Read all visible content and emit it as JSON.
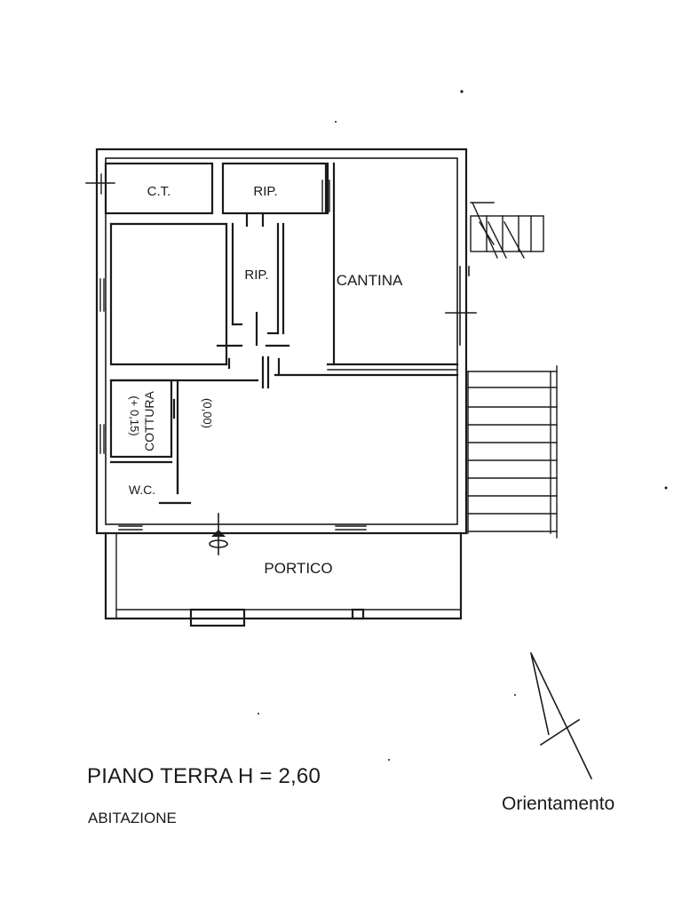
{
  "rooms": {
    "ct": "C.T.",
    "rip_top": "RIP.",
    "rip_corridor": "RIP.",
    "cantina": "CANTINA",
    "cottura": "COTTURA",
    "cottura_level": "(+ 0,15)",
    "main_level": "(0,00)",
    "wc": "W.C.",
    "portico": "PORTICO"
  },
  "captions": {
    "floor_title": "PIANO TERRA H = 2,60",
    "unit": "ABITAZIONE",
    "orientation": "Orientamento"
  },
  "colors": {
    "ink": "#1a1a1a",
    "background": "#ffffff"
  }
}
